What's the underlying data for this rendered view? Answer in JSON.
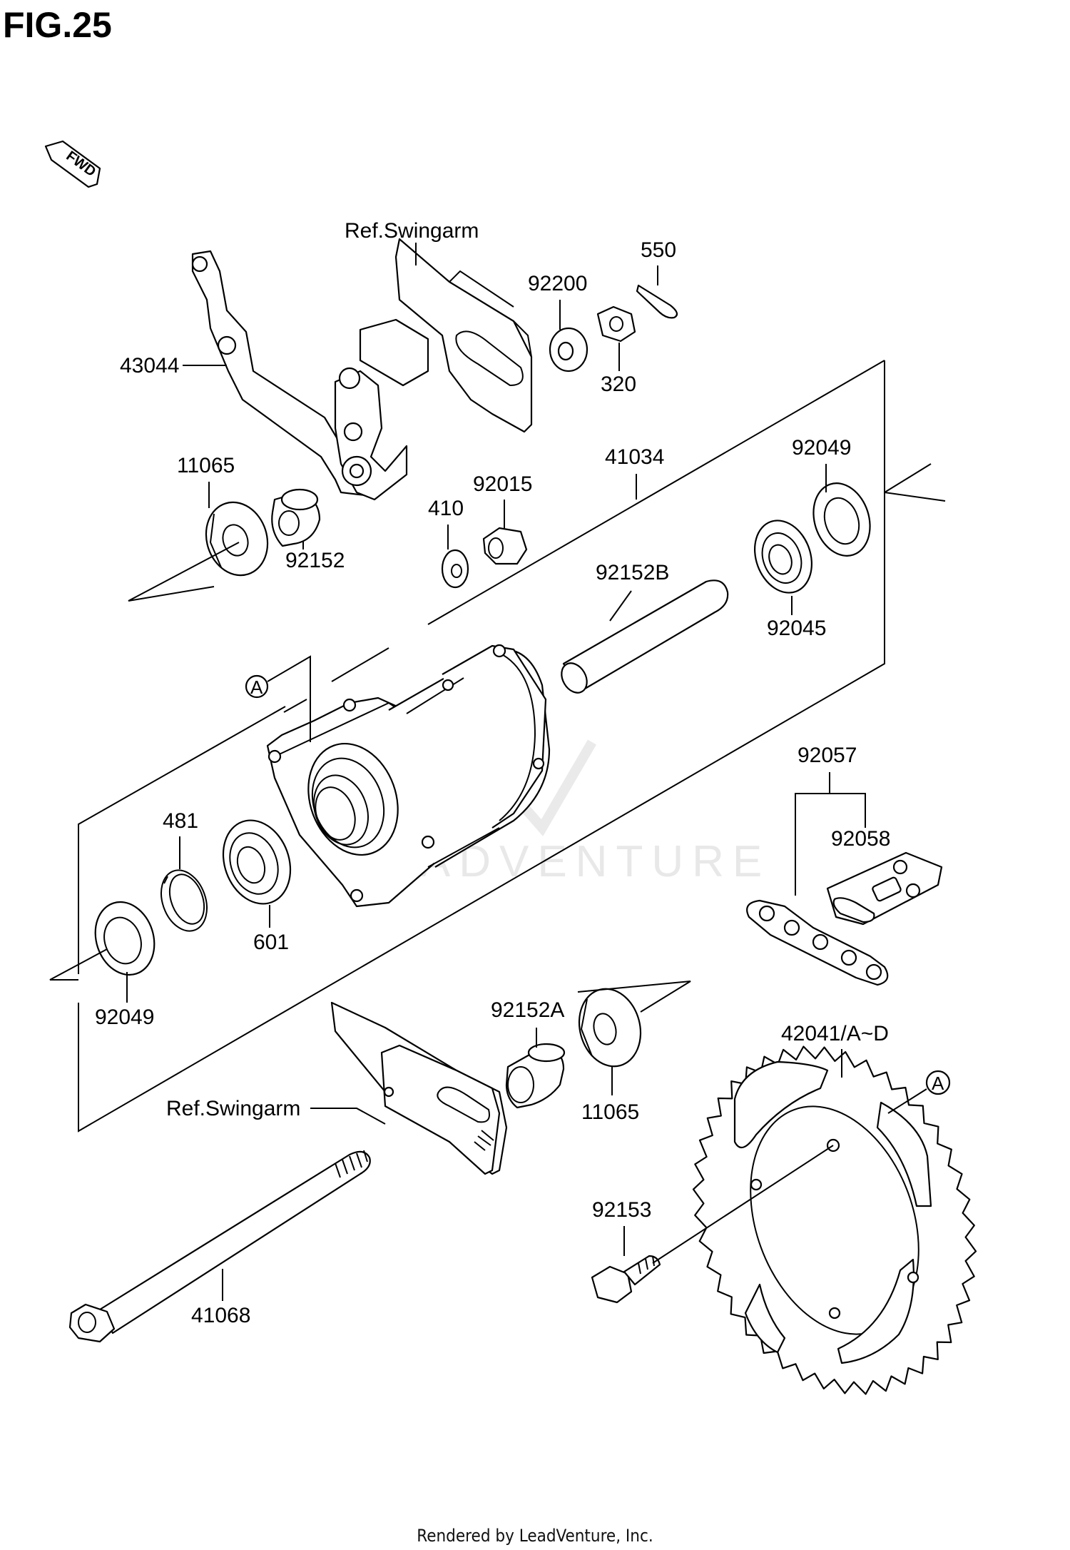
{
  "title": "FIG.25",
  "footer": "Rendered by LeadVenture, Inc.",
  "watermark": "LEADVENTURE",
  "fwd_label": "FWD",
  "labels": {
    "ref_swingarm_top": "Ref.Swingarm",
    "ref_swingarm_bottom": "Ref.Swingarm",
    "p43044": "43044",
    "p92200": "92200",
    "p550": "550",
    "p320": "320",
    "p11065_top": "11065",
    "p92152": "92152",
    "p410": "410",
    "p92015": "92015",
    "p41034": "41034",
    "p92049_top": "92049",
    "p92152b": "92152B",
    "p92045": "92045",
    "ref_a_left": "A",
    "ref_a_right": "A",
    "p481": "481",
    "p601": "601",
    "p92049_bottom": "92049",
    "p92057": "92057",
    "p92058": "92058",
    "p92152a": "92152A",
    "p11065_bottom": "11065",
    "p42041": "42041/A~D",
    "p92153": "92153",
    "p41068": "41068"
  }
}
